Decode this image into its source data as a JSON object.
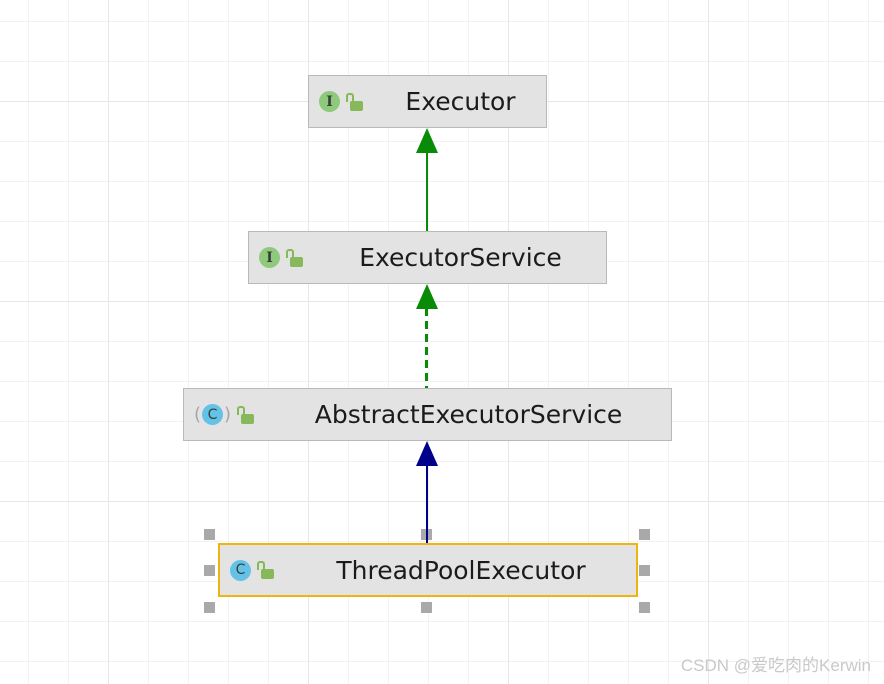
{
  "diagram": {
    "nodes": [
      {
        "label": "Executor",
        "kind": "interface",
        "kind_letter": "I",
        "visibility": "public",
        "selected": false
      },
      {
        "label": "ExecutorService",
        "kind": "interface",
        "kind_letter": "I",
        "visibility": "public",
        "selected": false
      },
      {
        "label": "AbstractExecutorService",
        "kind": "abstract-class",
        "kind_letter": "C",
        "visibility": "public",
        "selected": false
      },
      {
        "label": "ThreadPoolExecutor",
        "kind": "class",
        "kind_letter": "C",
        "visibility": "public",
        "selected": true
      }
    ],
    "edges": [
      {
        "from": "ExecutorService",
        "to": "Executor",
        "relation": "extends",
        "line": "solid",
        "color": "#088c08"
      },
      {
        "from": "AbstractExecutorService",
        "to": "ExecutorService",
        "relation": "implements",
        "line": "dashed",
        "color": "#088c08"
      },
      {
        "from": "ThreadPoolExecutor",
        "to": "AbstractExecutorService",
        "relation": "extends",
        "line": "solid",
        "color": "#00008b"
      }
    ]
  },
  "colors": {
    "node_fill": "#e3e3e3",
    "node_border": "#b9b9b9",
    "selection_border": "#f0b40f",
    "selection_handle": "#a9a9a9",
    "interface_icon": "#8fc97c",
    "class_icon": "#63c2e6",
    "public_lock_icon": "#87b85a",
    "extends_class_arrow": "#00008b",
    "extends_interface_arrow": "#088c08"
  },
  "watermark": {
    "text": "CSDN @爱吃肉的Kerwin"
  }
}
